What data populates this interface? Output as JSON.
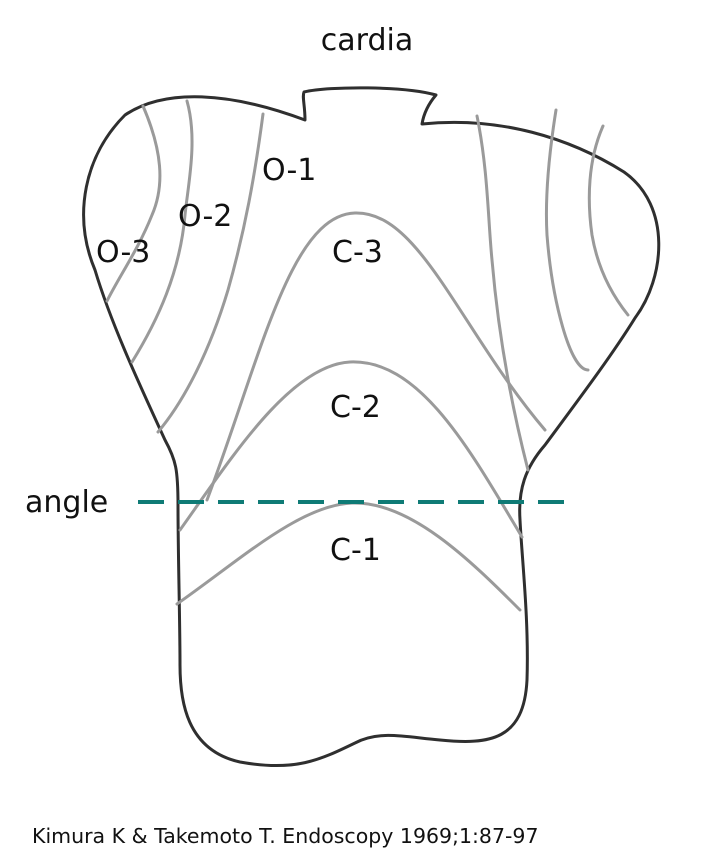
{
  "labels": {
    "cardia": "cardia",
    "angle": "angle",
    "o1": "O-1",
    "o2": "O-2",
    "o3": "O-3",
    "c1": "C-1",
    "c2": "C-2",
    "c3": "C-3"
  },
  "citation": "Kimura K & Takemoto T. Endoscopy 1969;1:87-97",
  "colors": {
    "outline": "#2f2f2f",
    "zone_line": "#9a9a9a",
    "angle_line": "#0f7b76",
    "text": "#111111"
  }
}
